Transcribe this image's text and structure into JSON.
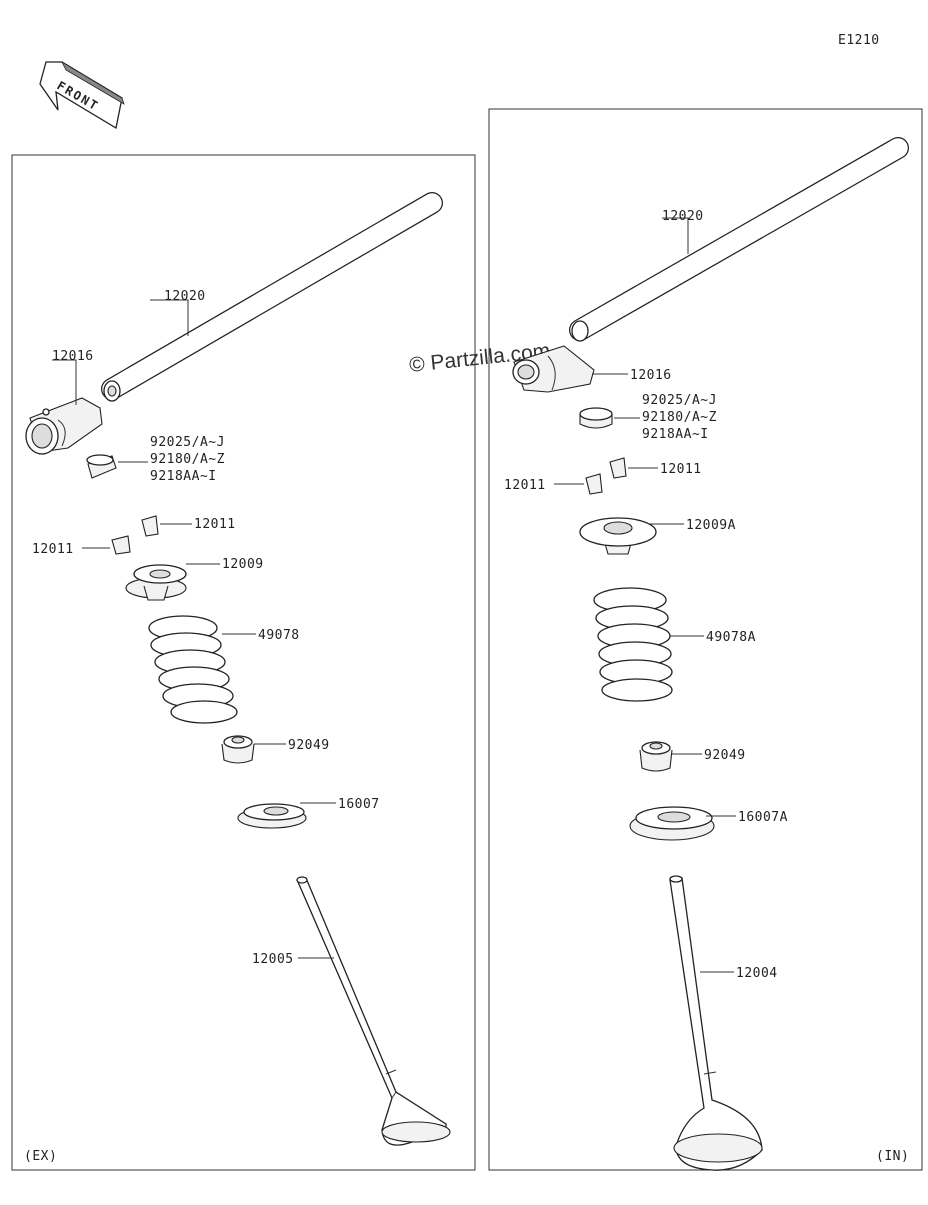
{
  "diagram_code": "E1210",
  "front_label": "FRONT",
  "watermark": "© Partzilla.com",
  "ex_panel": {
    "corner_label": "(EX)",
    "labels": {
      "shaft": "12020",
      "rocker_arm": "12016",
      "shim_a": "92025/A~J",
      "shim_b": "92180/A~Z",
      "shim_c": "9218AA~I",
      "cotter_1": "12011",
      "cotter_2": "12011",
      "retainer": "12009",
      "spring": "49078",
      "seal": "92049",
      "spring_seat": "16007",
      "valve": "12005"
    }
  },
  "in_panel": {
    "corner_label": "(IN)",
    "labels": {
      "shaft": "12020",
      "rocker_arm": "12016",
      "shim_a": "92025/A~J",
      "shim_b": "92180/A~Z",
      "shim_c": "9218AA~I",
      "cotter_1": "12011",
      "cotter_2": "12011",
      "retainer": "12009A",
      "spring": "49078A",
      "seal": "92049",
      "spring_seat": "16007A",
      "valve": "12004"
    }
  }
}
